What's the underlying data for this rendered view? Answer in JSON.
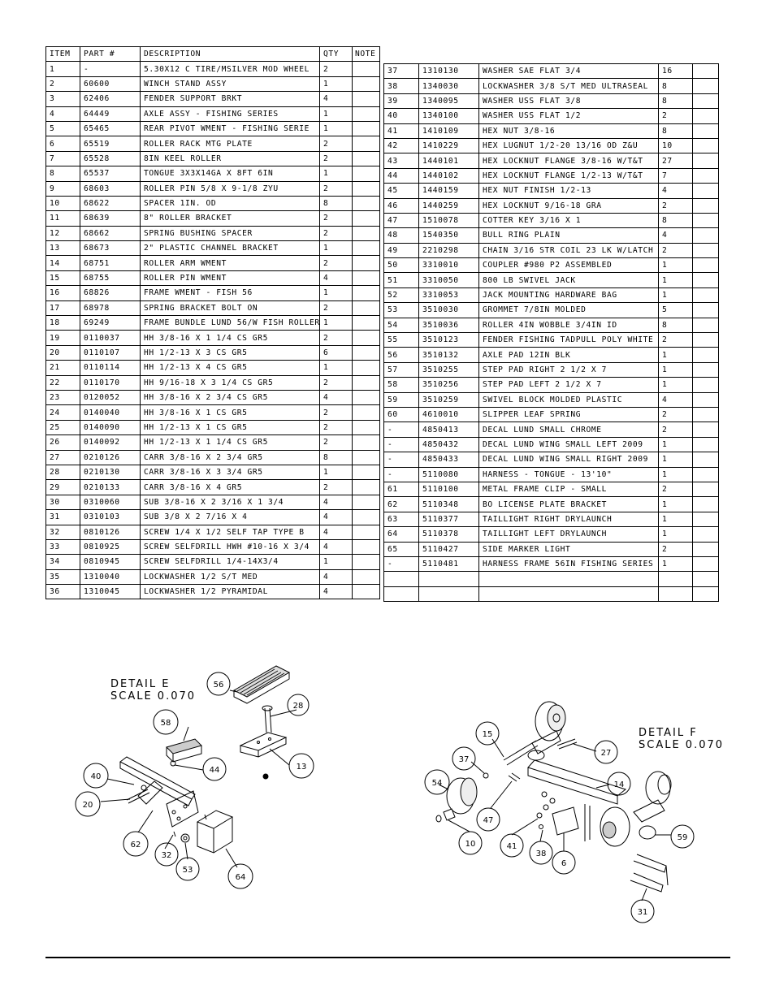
{
  "left_table": {
    "headers": {
      "item": "ITEM",
      "part": "PART #",
      "desc": "DESCRIPTION",
      "qty": "QTY",
      "note": "NOTE"
    },
    "rows": [
      [
        "1",
        "-",
        "5.30X12 C TIRE/MSILVER MOD WHEEL",
        "2"
      ],
      [
        "2",
        "60600",
        "WINCH STAND ASSY",
        "1"
      ],
      [
        "3",
        "62406",
        "FENDER SUPPORT BRKT",
        "4"
      ],
      [
        "4",
        "64449",
        "AXLE ASSY - FISHING SERIES",
        "1"
      ],
      [
        "5",
        "65465",
        "REAR PIVOT WMENT - FISHING SERIE",
        "1"
      ],
      [
        "6",
        "65519",
        "ROLLER RACK MTG PLATE",
        "2"
      ],
      [
        "7",
        "65528",
        "8IN KEEL ROLLER",
        "2"
      ],
      [
        "8",
        "65537",
        "TONGUE 3X3X14GA X 8FT 6IN",
        "1"
      ],
      [
        "9",
        "68603",
        "ROLLER PIN 5/8 X 9-1/8 ZYU",
        "2"
      ],
      [
        "10",
        "68622",
        "SPACER  1IN. OD",
        "8"
      ],
      [
        "11",
        "68639",
        "8\" ROLLER BRACKET",
        "2"
      ],
      [
        "12",
        "68662",
        "SPRING BUSHING SPACER",
        "2"
      ],
      [
        "13",
        "68673",
        "2\" PLASTIC CHANNEL BRACKET",
        "1"
      ],
      [
        "14",
        "68751",
        "ROLLER ARM WMENT",
        "2"
      ],
      [
        "15",
        "68755",
        "ROLLER PIN WMENT",
        "4"
      ],
      [
        "16",
        "68826",
        "FRAME WMENT  - FISH 56",
        "1"
      ],
      [
        "17",
        "68978",
        "SPRING BRACKET BOLT ON",
        "2"
      ],
      [
        "18",
        "69249",
        "FRAME BUNDLE LUND 56/W FISH ROLLER",
        "1"
      ],
      [
        "19",
        "0110037",
        "HH 3/8-16 X 1 1/4 CS GR5",
        "2"
      ],
      [
        "20",
        "0110107",
        "HH 1/2-13 X 3 CS GR5",
        "6"
      ],
      [
        "21",
        "0110114",
        "HH 1/2-13 X 4 CS GR5",
        "1"
      ],
      [
        "22",
        "0110170",
        "HH 9/16-18 X 3 1/4 CS GR5",
        "2"
      ],
      [
        "23",
        "0120052",
        "HH 3/8-16 X 2 3/4 CS GR5",
        "4"
      ],
      [
        "24",
        "0140040",
        "HH 3/8-16 X 1 CS GR5",
        "2"
      ],
      [
        "25",
        "0140090",
        "HH 1/2-13 X 1 CS GR5",
        "2"
      ],
      [
        "26",
        "0140092",
        "HH 1/2-13 X 1 1/4 CS GR5",
        "2"
      ],
      [
        "27",
        "0210126",
        "CARR 3/8-16 X 2 3/4 GR5",
        "8"
      ],
      [
        "28",
        "0210130",
        "CARR 3/8-16 X 3 3/4 GR5",
        "1"
      ],
      [
        "29",
        "0210133",
        "CARR 3/8-16 X 4 GR5",
        "2"
      ],
      [
        "30",
        "0310060",
        "SUB 3/8-16 X 2 3/16 X 1 3/4",
        "4"
      ],
      [
        "31",
        "0310103",
        "SUB 3/8 X 2 7/16 X 4",
        "4"
      ],
      [
        "32",
        "0810126",
        "SCREW 1/4 X 1/2 SELF TAP TYPE B",
        "4"
      ],
      [
        "33",
        "0810925",
        "SCREW SELFDRILL HWH #10-16 X 3/4",
        "4"
      ],
      [
        "34",
        "0810945",
        "SCREW SELFDRILL  1/4-14X3/4",
        "1"
      ],
      [
        "35",
        "1310040",
        "LOCKWASHER 1/2 S/T MED",
        "4"
      ],
      [
        "36",
        "1310045",
        "LOCKWASHER 1/2 PYRAMIDAL",
        "4"
      ]
    ]
  },
  "right_table": {
    "rows": [
      [
        "37",
        "1310130",
        "WASHER SAE FLAT 3/4",
        "16"
      ],
      [
        "38",
        "1340030",
        "LOCKWASHER 3/8 S/T MED ULTRASEAL",
        "8"
      ],
      [
        "39",
        "1340095",
        "WASHER USS FLAT 3/8",
        "8"
      ],
      [
        "40",
        "1340100",
        "WASHER USS FLAT 1/2",
        "2"
      ],
      [
        "41",
        "1410109",
        "HEX NUT 3/8-16",
        "8"
      ],
      [
        "42",
        "1410229",
        "HEX LUGNUT 1/2-20 13/16 OD Z&U",
        "10"
      ],
      [
        "43",
        "1440101",
        "HEX LOCKNUT FLANGE 3/8-16 W/T&T",
        "27"
      ],
      [
        "44",
        "1440102",
        "HEX LOCKNUT FLANGE 1/2-13 W/T&T",
        "7"
      ],
      [
        "45",
        "1440159",
        "HEX NUT FINISH 1/2-13",
        "4"
      ],
      [
        "46",
        "1440259",
        "HEX LOCKNUT 9/16-18 GRA",
        "2"
      ],
      [
        "47",
        "1510078",
        "COTTER KEY 3/16 X 1",
        "8"
      ],
      [
        "48",
        "1540350",
        "BULL RING PLAIN",
        "4"
      ],
      [
        "49",
        "2210298",
        "CHAIN 3/16 STR COIL 23 LK W/LATCH",
        "2"
      ],
      [
        "50",
        "3310010",
        "COUPLER #980 P2 ASSEMBLED",
        "1"
      ],
      [
        "51",
        "3310050",
        "800 LB SWIVEL JACK",
        "1"
      ],
      [
        "52",
        "3310053",
        "JACK MOUNTING HARDWARE BAG",
        "1"
      ],
      [
        "53",
        "3510030",
        "GROMMET  7/8IN MOLDED",
        "5"
      ],
      [
        "54",
        "3510036",
        "ROLLER  4IN WOBBLE  3/4IN ID",
        "8"
      ],
      [
        "55",
        "3510123",
        "FENDER  FISHING TADPULL POLY WHITE",
        "2"
      ],
      [
        "56",
        "3510132",
        "AXLE PAD 12IN  BLK",
        "1"
      ],
      [
        "57",
        "3510255",
        "STEP PAD  RIGHT  2 1/2 X  7",
        "1"
      ],
      [
        "58",
        "3510256",
        "STEP PAD  LEFT  2 1/2 X  7",
        "1"
      ],
      [
        "59",
        "3510259",
        "SWIVEL BLOCK MOLDED PLASTIC",
        "4"
      ],
      [
        "60",
        "4610010",
        "SLIPPER LEAF SPRING",
        "2"
      ],
      [
        "-",
        "4850413",
        "DECAL LUND SMALL CHROME",
        "2"
      ],
      [
        "-",
        "4850432",
        "DECAL LUND WING SMALL LEFT 2009",
        "1"
      ],
      [
        "-",
        "4850433",
        "DECAL LUND WING SMALL RIGHT 2009",
        "1"
      ],
      [
        "-",
        "5110080",
        "HARNESS - TONGUE - 13'10\"",
        "1"
      ],
      [
        "61",
        "5110100",
        "METAL FRAME CLIP - SMALL",
        "2"
      ],
      [
        "62",
        "5110348",
        "BO LICENSE PLATE BRACKET",
        "1"
      ],
      [
        "63",
        "5110377",
        "TAILLIGHT   RIGHT   DRYLAUNCH",
        "1"
      ],
      [
        "64",
        "5110378",
        "TAILLIGHT   LEFT   DRYLAUNCH",
        "1"
      ],
      [
        "65",
        "5110427",
        "SIDE MARKER LIGHT",
        "2"
      ],
      [
        "-",
        "5110481",
        "HARNESS  FRAME  56IN FISHING SERIES",
        "1"
      ],
      [
        "",
        "",
        "",
        ""
      ],
      [
        "",
        "",
        "",
        ""
      ]
    ]
  },
  "detail_e": {
    "title": "DETAIL  E",
    "scale": "SCALE  0.070",
    "balloons": [
      "56",
      "28",
      "58",
      "44",
      "13",
      "40",
      "20",
      "62",
      "32",
      "53",
      "64"
    ]
  },
  "detail_f": {
    "title": "DETAIL  F",
    "scale": "SCALE  0.070",
    "balloons": [
      "15",
      "27",
      "37",
      "14",
      "54",
      "47",
      "59",
      "10",
      "41",
      "38",
      "6",
      "31"
    ]
  }
}
